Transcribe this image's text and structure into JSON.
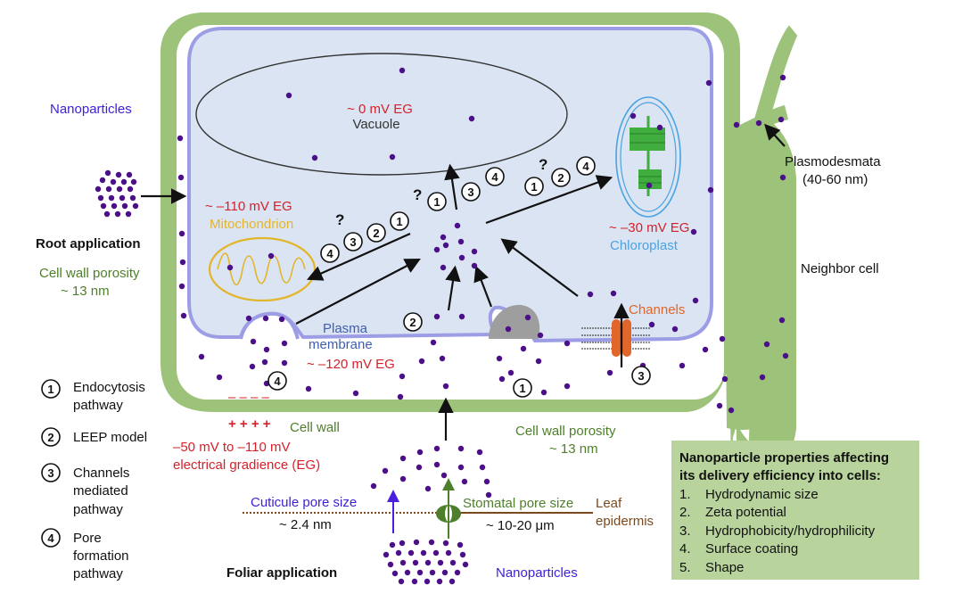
{
  "colors": {
    "wall": "#9dc27a",
    "membrane": "#9d9de6",
    "cytoplasm": "#dbe4f2",
    "particle": "#4b0f8a",
    "red": "#d6202a",
    "purple": "#3c1fd6",
    "green": "#4e7f2a",
    "blue_label": "#3f5fae",
    "chloro_label": "#4aa3e0",
    "mito": "#e3b52a",
    "orange": "#e0662a",
    "brown": "#7a4a1e",
    "box_bg": "#b9d39c"
  },
  "labels": {
    "vacuole_eg": "~ 0 mV EG",
    "vacuole": "Vacuole",
    "mito_eg": "~ –110 mV EG",
    "mito": "Mitochondrion",
    "chloro_eg": "~ –30 mV EG",
    "chloro": "Chloroplast",
    "plasma_line1": "Plasma",
    "plasma_line2": "membrane",
    "plasma_eg": "~ –120 mV EG",
    "channels": "Channels",
    "nanoparticles_top": "Nanoparticles",
    "root_app": "Root application",
    "porosity_left_1": "Cell wall porosity",
    "porosity_left_2": "~ 13 nm",
    "plasmodesmata_1": "Plasmodesmata",
    "plasmodesmata_2": "(40-60 nm)",
    "neighbor_cell": "Neighbor cell",
    "cell_wall": "Cell wall",
    "plus_signs": "+ + + +",
    "minus_signs": "– – – –",
    "eg_range_1": "–50 mV to –110 mV",
    "eg_range_2": "electrical gradience (EG)",
    "porosity_mid_1": "Cell wall porosity",
    "porosity_mid_2": "~ 13 nm",
    "cuticle_1": "Cuticule pore size",
    "cuticle_2": "~ 2.4 nm",
    "stomatal_1": "Stomatal pore size",
    "stomatal_2": "~ 10-20 μm",
    "leaf_1": "Leaf",
    "leaf_2": "epidermis",
    "foliar_app": "Foliar application",
    "nanoparticles_bottom": "Nanoparticles",
    "question": "?"
  },
  "legend": [
    {
      "num": "1",
      "lines": [
        "Endocytosis",
        "pathway"
      ]
    },
    {
      "num": "2",
      "lines": [
        "LEEP model"
      ]
    },
    {
      "num": "3",
      "lines": [
        "Channels",
        "mediated",
        "pathway"
      ]
    },
    {
      "num": "4",
      "lines": [
        "Pore",
        "formation",
        "pathway"
      ]
    }
  ],
  "properties_box": {
    "title_1": "Nanoparticle properties affecting",
    "title_2": "its delivery efficiency into cells:",
    "items": [
      {
        "num": "1.",
        "text": "Hydrodynamic size"
      },
      {
        "num": "2.",
        "text": "Zeta potential"
      },
      {
        "num": "3.",
        "text": "Hydrophobicity/hydrophilicity"
      },
      {
        "num": "4.",
        "text": "Surface coating"
      },
      {
        "num": "5.",
        "text": "Shape"
      }
    ]
  },
  "pathway_markers": {
    "mito_arrow": [
      "4",
      "3",
      "2",
      "1"
    ],
    "vacuole_arrow": [
      "1",
      "3",
      "4"
    ],
    "chloro_arrow": [
      "1",
      "2",
      "4"
    ],
    "leep": "2",
    "pore": "4",
    "endo": "1",
    "channel": "3"
  }
}
